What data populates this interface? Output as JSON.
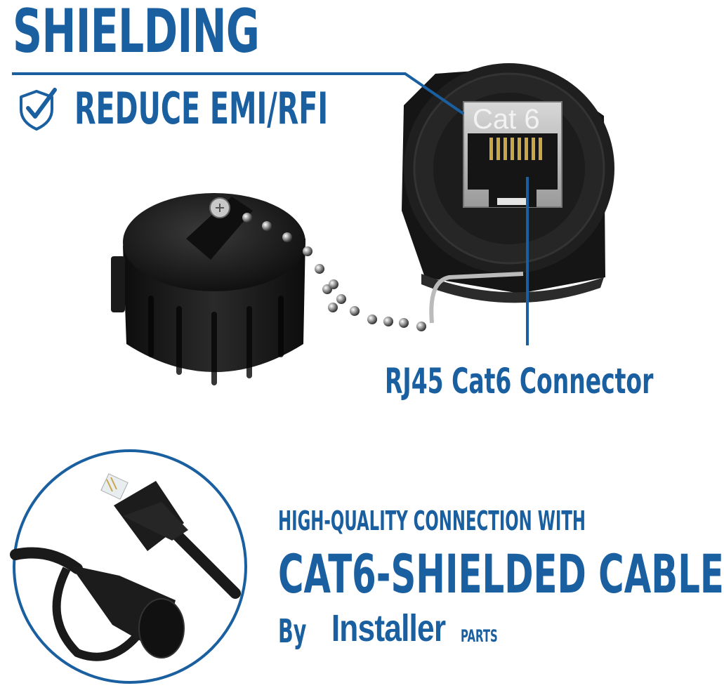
{
  "header": {
    "title": "SHIELDING",
    "subtitle": "REDUCE EMI/RFI",
    "icon": "shield-check-icon"
  },
  "callouts": {
    "jack_label": "Cat 6",
    "connector_label": "RJ45 Cat6 Connector"
  },
  "feature": {
    "line1": "HIGH-QUALITY CONNECTION WITH",
    "line2": "CAT6-SHIELDED CABLE",
    "brand_prefix": "By",
    "brand_name": "Installer",
    "brand_suffix": "PARTS"
  },
  "colors": {
    "brand_blue": "#1a5fa0",
    "product_black": "#1c1c1c",
    "background": "#ffffff"
  }
}
